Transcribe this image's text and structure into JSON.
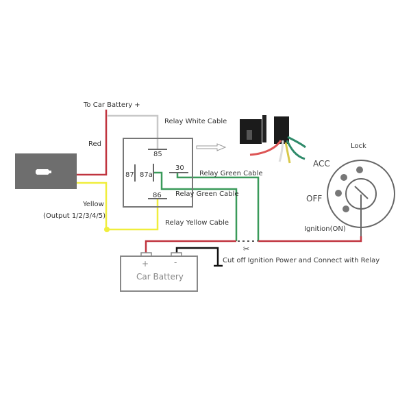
{
  "labels": {
    "to_battery": "To Car Battery +",
    "red": "Red",
    "yellow": "Yellow",
    "output": "(Output 1/2/3/4/5)",
    "relay_white": "Relay White Cable",
    "relay_green_1": "Relay Green Cable",
    "relay_green_2": "Relay Green Cable",
    "relay_yellow": "Relay Yellow Cable",
    "cut_off": "Cut off Ignition Power and Connect with Relay",
    "lock": "Lock",
    "acc": "ACC",
    "off": "OFF",
    "ignition_on": "Ignition(ON)",
    "car_battery": "Car Battery",
    "plus": "+",
    "minus": "-"
  },
  "relay_pins": {
    "p85": "85",
    "p86": "86",
    "p87": "87",
    "p87a": "87a",
    "p30": "30"
  },
  "colors": {
    "red_wire": "#c0343f",
    "yellow_wire": "#f0ee3c",
    "green_wire": "#3a9a5a",
    "white_wire": "#c8c8c8",
    "black_wire": "#111111",
    "device": "#6e6e6e",
    "outline": "#777777"
  }
}
